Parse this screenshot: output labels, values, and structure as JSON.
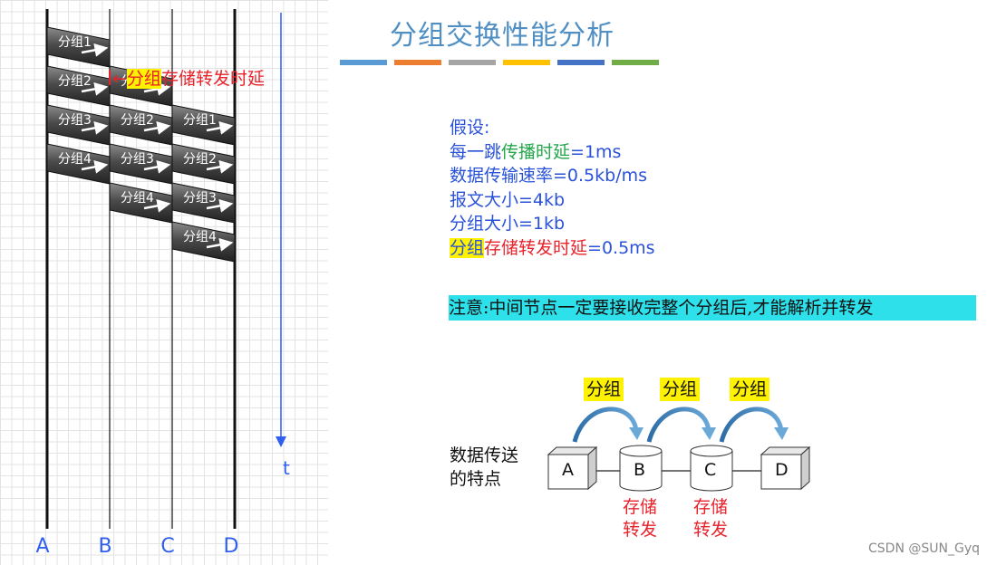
{
  "title": "分组交换性能分析",
  "color_bars": [
    "#5b9bd5",
    "#ed7d31",
    "#a5a5a5",
    "#ffc000",
    "#4472c4",
    "#70ad47"
  ],
  "timeline": {
    "nodes": [
      "A",
      "B",
      "C",
      "D"
    ],
    "time_label": "t",
    "packets": [
      "分组1",
      "分组2",
      "分组3",
      "分组4"
    ],
    "delay_arrow": "←",
    "delay_highlight": "分组",
    "delay_text": "存储转发时延"
  },
  "assumptions": {
    "heading": "假设:",
    "hop_prefix": "每一跳",
    "hop_green": "传播时延",
    "hop_value": "=1ms",
    "rate": "数据传输速率=0.5kb/ms",
    "message_size": "报文大小=4kb",
    "packet_size": "分组大小=1kb",
    "delay_highlight": "分组",
    "delay_red": "存储转发时延",
    "delay_value": "=0.5ms"
  },
  "note": "注意:中间节点一定要接收完整个分组后,才能解析并转发",
  "flow": {
    "label_line1": "数据传送",
    "label_line2": "的特点",
    "nodes": [
      "A",
      "B",
      "C",
      "D"
    ],
    "tag": "分组",
    "store_line1": "存储",
    "store_line2": "转发"
  },
  "footer": "CSDN @SUN_Gyq"
}
